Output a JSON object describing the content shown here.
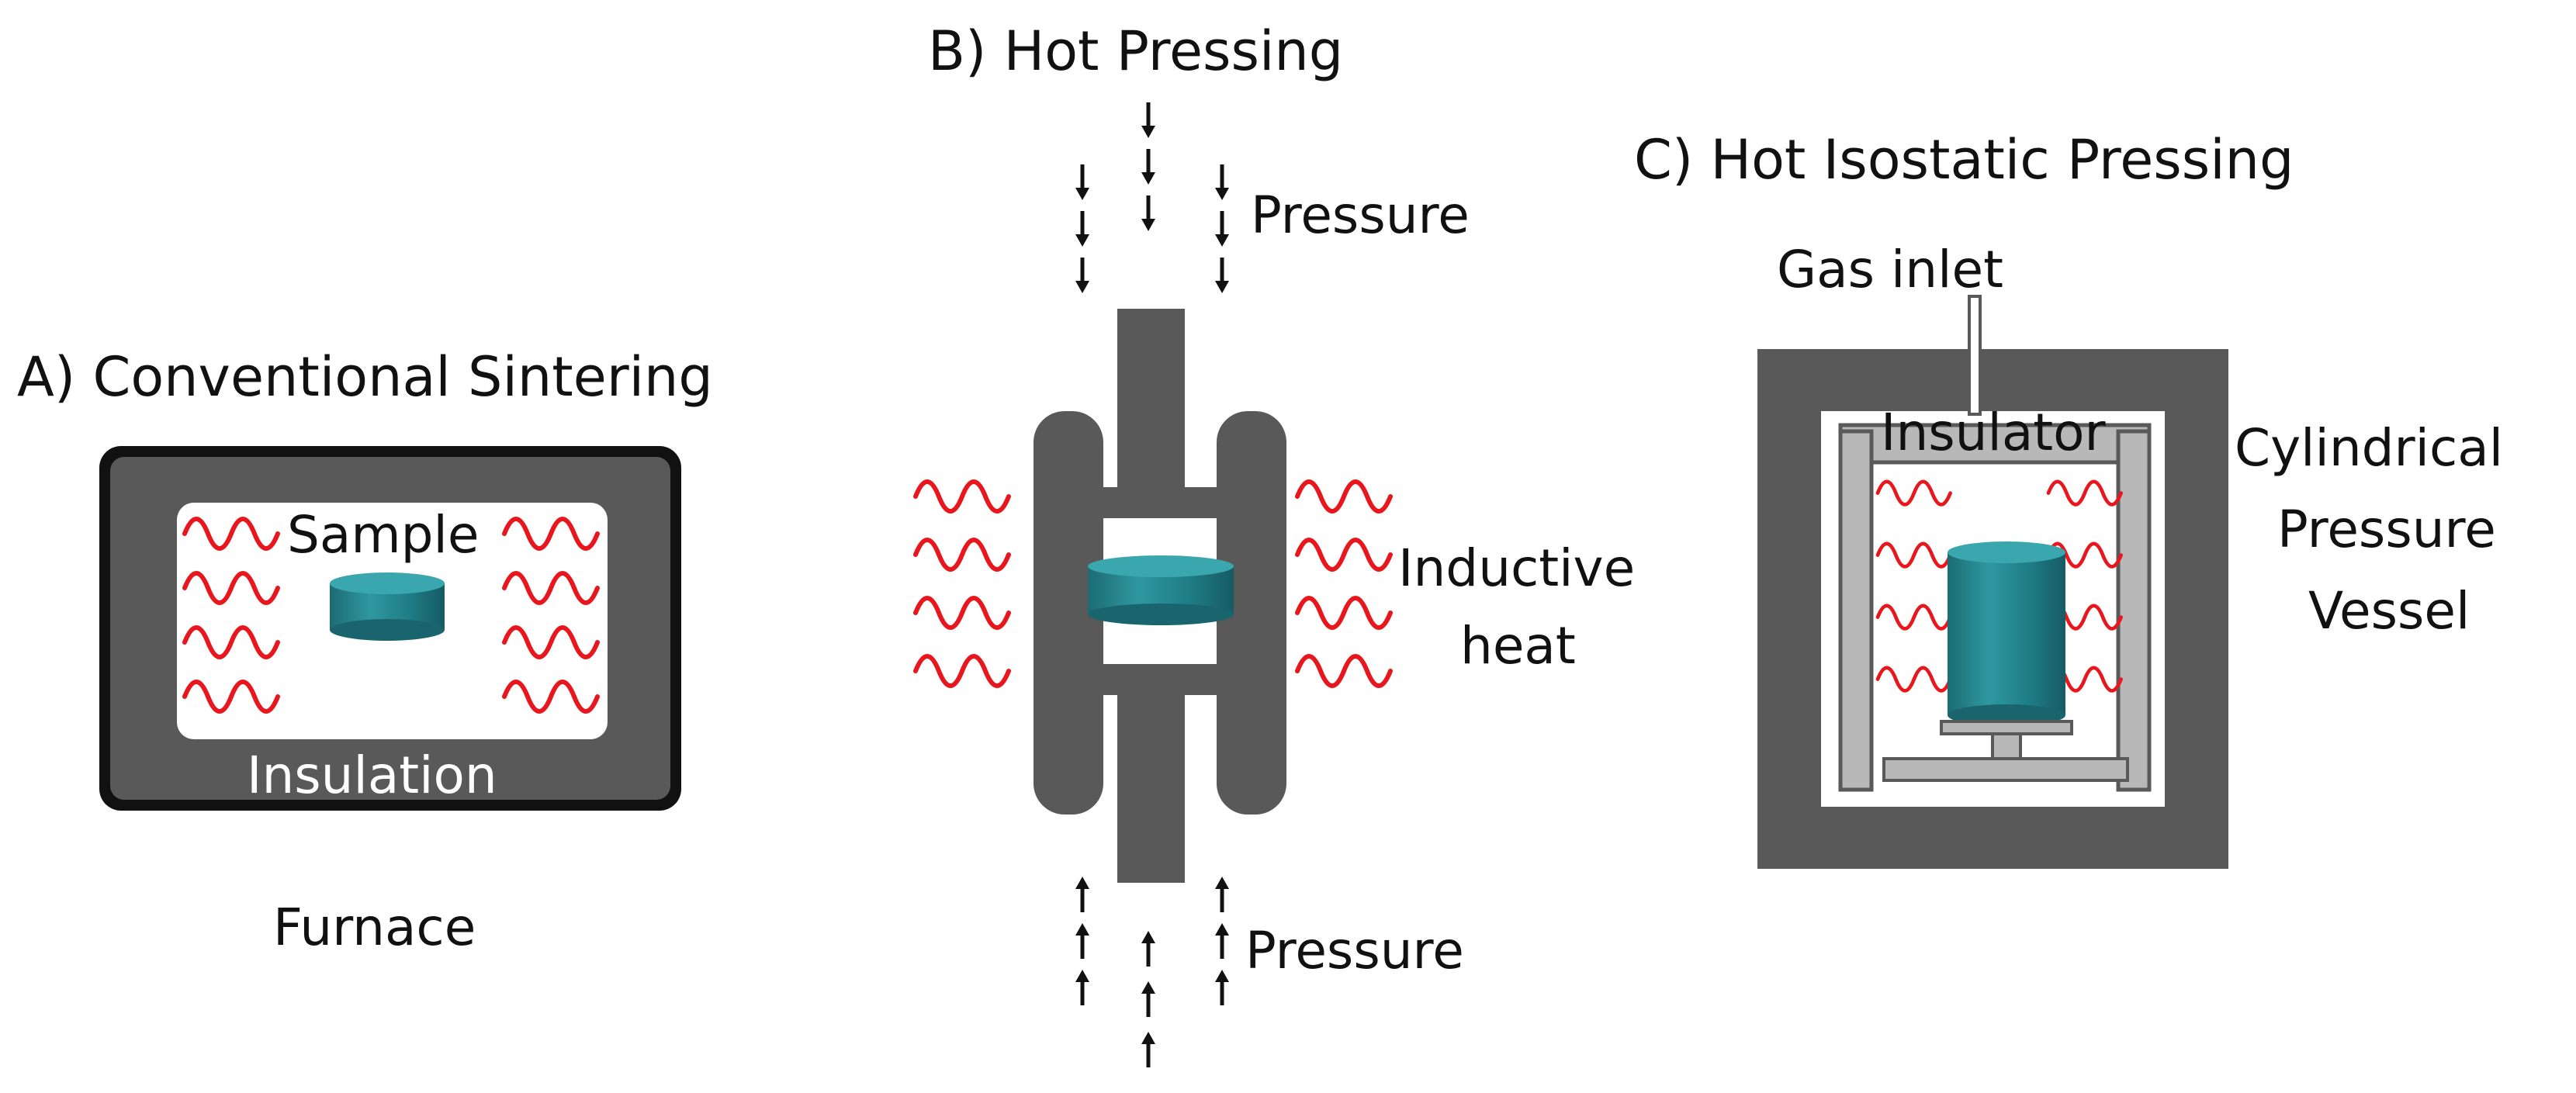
{
  "panels": {
    "a": {
      "title": "A) Conventional Sintering",
      "sample_label": "Sample",
      "insulation_label": "Insulation",
      "furnace_label": "Furnace"
    },
    "b": {
      "title": "B) Hot Pressing",
      "pressure_top_label": "Pressure",
      "pressure_bottom_label": "Pressure",
      "heat_label_line1": "Inductive",
      "heat_label_line2": "heat"
    },
    "c": {
      "title": "C) Hot Isostatic Pressing",
      "gas_inlet_label": "Gas inlet",
      "insulator_label": "Insulator",
      "vessel_label_line1": "Cylindrical",
      "vessel_label_line2": "Pressure",
      "vessel_label_line3": "Vessel"
    }
  },
  "colors": {
    "dark_gray": "#595959",
    "light_gray": "#b8b8b8",
    "heat_wave": "#e8161d",
    "sample_teal": "#2f8f97",
    "sample_teal_dark": "#1f6a72",
    "black": "#111111"
  },
  "icons": {
    "heat": "wavy-line",
    "pressure": "down-up-arrows"
  }
}
